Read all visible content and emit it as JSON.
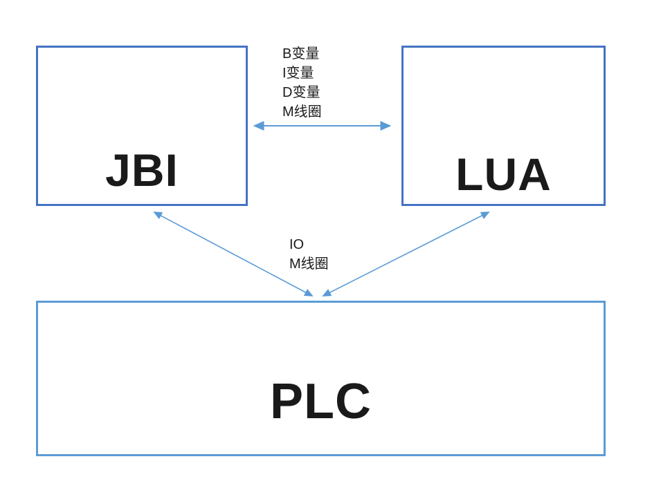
{
  "diagram": {
    "boxes": {
      "jbi": {
        "label": "JBI"
      },
      "lua": {
        "label": "LUA"
      },
      "plc": {
        "label": "PLC"
      }
    },
    "top_arrow_labels": [
      "B变量",
      "I变量",
      "D变量",
      "M线圈"
    ],
    "bottom_arrow_labels": [
      "IO",
      "M线圈"
    ],
    "colors": {
      "box_border_dark": "#4472c4",
      "box_border_light": "#5b9bd5",
      "arrow": "#5b9bd5",
      "text": "#1a1a1a",
      "background": "#ffffff"
    }
  }
}
